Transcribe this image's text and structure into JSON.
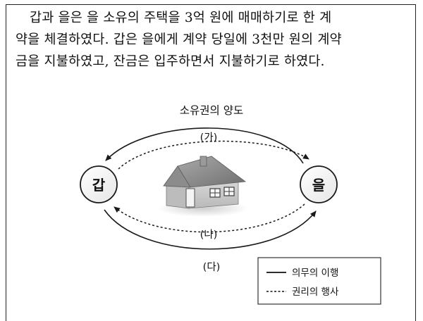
{
  "passage": {
    "lines": [
      "갑과 을은 을 소유의 주택을 3억 원에 매매하기로 한 계",
      "약을 체결하였다. 갑은 을에게 계약 당일에 3천만 원의 계약",
      "금을 지불하였고, 잔금은 입주하면서 지불하기로 하였다."
    ]
  },
  "diagram": {
    "top_label": "소유권의 양도",
    "party_a": "갑",
    "party_b": "을",
    "arrow_ga": "(가)",
    "arrow_na": "(나)",
    "arrow_da": "(다)",
    "house_icon": "house-icon"
  },
  "legend": {
    "solid": "의무의 이행",
    "dashed": "권리의 행사"
  }
}
